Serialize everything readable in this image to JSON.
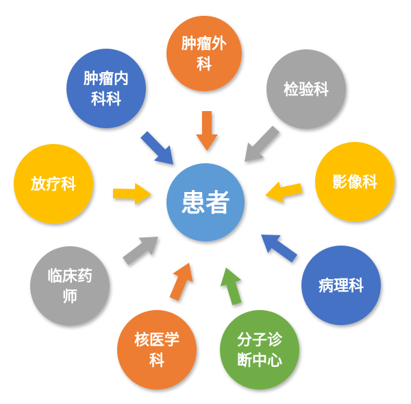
{
  "center": {
    "label": "患者",
    "color": "#5b9bd5"
  },
  "nodes": [
    {
      "id": "oncology-surgery",
      "lines": [
        "肿瘤外",
        "科"
      ],
      "color": "#ed7d31"
    },
    {
      "id": "laboratory",
      "lines": [
        "检验科"
      ],
      "color": "#a5a5a5"
    },
    {
      "id": "imaging",
      "lines": [
        "影像科"
      ],
      "color": "#ffc000"
    },
    {
      "id": "pathology",
      "lines": [
        "病理科"
      ],
      "color": "#4472c4"
    },
    {
      "id": "molecular-diagnosis",
      "lines": [
        "分子诊",
        "断中心"
      ],
      "color": "#70ad47"
    },
    {
      "id": "nuclear-medicine",
      "lines": [
        "核医学",
        "科"
      ],
      "color": "#ed7d31"
    },
    {
      "id": "clinical-pharmacist",
      "lines": [
        "临床药",
        "师"
      ],
      "color": "#a5a5a5"
    },
    {
      "id": "radiotherapy",
      "lines": [
        "放疗科"
      ],
      "color": "#ffc000"
    },
    {
      "id": "medical-oncology",
      "lines": [
        "肿瘤内",
        "科科"
      ],
      "color": "#4472c4"
    }
  ]
}
